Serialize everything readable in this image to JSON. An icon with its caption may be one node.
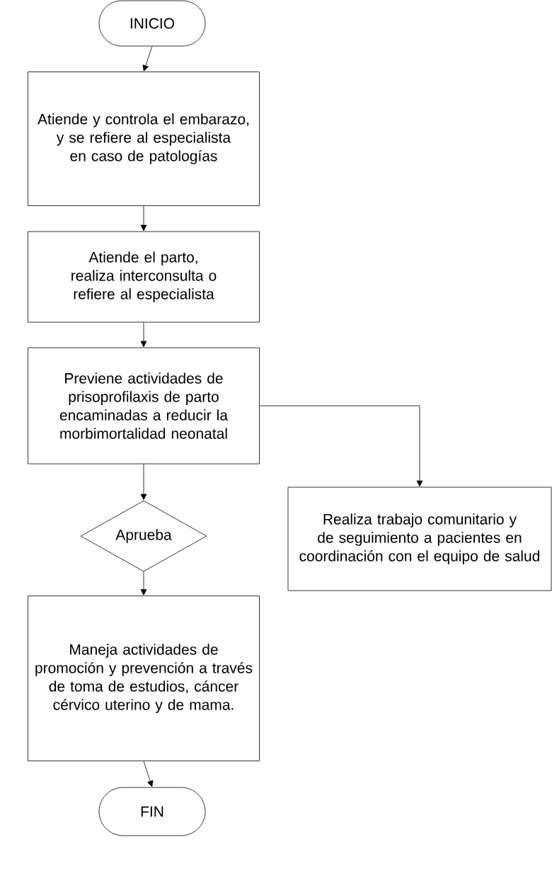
{
  "diagram": {
    "nodes": [
      {
        "text": [
          "INICIO"
        ]
      },
      {
        "text": [
          "Atiende y controla el embarazo, y se refiere al especialista en caso de patologías"
        ]
      },
      {
        "text": [
          "Atiende el parto, realiza interconsulta o refiere al especialista"
        ]
      },
      {
        "text": [
          "Previene actividades de prisoprofilaxis de parto encaminadas a reducir la morbimortalidad neonatal"
        ]
      },
      {
        "text": [
          "Aprueba"
        ]
      },
      {
        "text": [
          "Realiza trabajo comunitario y de seguimiento a pacientes en coordinación con  el equipo de salud"
        ]
      },
      {
        "text": [
          "Maneja actividades de promoción y prevención a través de toma de estudios, cáncer cérvico uterino y de mama."
        ]
      },
      {
        "text": [
          "FIN"
        ]
      }
    ],
    "edges": [
      {
        "from": 0,
        "to": 1,
        "arrow": "to"
      },
      {
        "from": 1,
        "to": 2,
        "arrow": "to"
      },
      {
        "from": 2,
        "to": 3,
        "arrow": "to"
      },
      {
        "from": 3,
        "to": 5,
        "arrow": "to"
      },
      {
        "from": 3,
        "to": 4,
        "arrow": "to"
      },
      {
        "from": 4,
        "to": 6,
        "arrow": "to"
      },
      {
        "from": 6,
        "to": 7,
        "arrow": "to"
      }
    ]
  }
}
